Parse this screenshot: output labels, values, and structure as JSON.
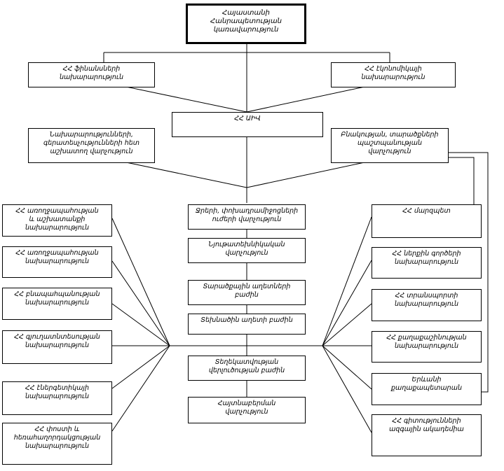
{
  "boxes": {
    "government": "Հայաստանի\nՀանրապետության\nկառավարություն",
    "finance": "ՀՀ ֆինանսների\nնախարարություն",
    "economy": "ՀՀ էկոնոմիկայի\nնախարարություն",
    "aiv": "ՀՀ ԱԻՎ",
    "ministries_dept": "Նախարարությունների,\nգերատեսչությունների հետ\nաշխատող վարչություն",
    "buildings_dept": "Բնակության, տարածքների\nպաշտպանության\nվարչություն",
    "min_health": "ՀՀ առողջապահության\nև աշխատանքի\nնախարարություն",
    "min_social": "ՀՀ առողջապահության\nնախարարություն",
    "min_nature": "ՀՀ բնապահպանության\nնախարարություն",
    "min_agri": "ՀՀ գյուղատնտեսության\nնախարարություն",
    "min_energy": "ՀՀ էներգետիկայի\nնախարարություն",
    "min_transport_comm": "ՀՀ փոստի և\nհեռահաղորդակցության\nնախարարություն",
    "c_roads": "Ջրերի, փոխադրամիջոցների\nուժերի վարչություն",
    "c_material": "Նյութատեխնիկական\nվարչություն",
    "c_regional": "Տարածքային աղետների\nբաժին",
    "c_tech": "Տեխնածին աղետի բաժին",
    "c_info": "Տեղեկատվության\nվերլուծության բաժին",
    "c_alert": "Հայտնաբերման\nվարչություն",
    "r_marzpet": "ՀՀ մարզպետ",
    "r_interior": "ՀՀ ներքին գործերի\nնախարարություն",
    "r_transport": "ՀՀ տրանսպորտի\nնախարարություն",
    "r_urban": "ՀՀ քաղաքաշինության\nնախարարություն",
    "r_yerevan": "Երևանի\nքաղաքապետարան",
    "r_academy": "ՀՀ գիտությունների\nազգային ակադեմիա"
  }
}
